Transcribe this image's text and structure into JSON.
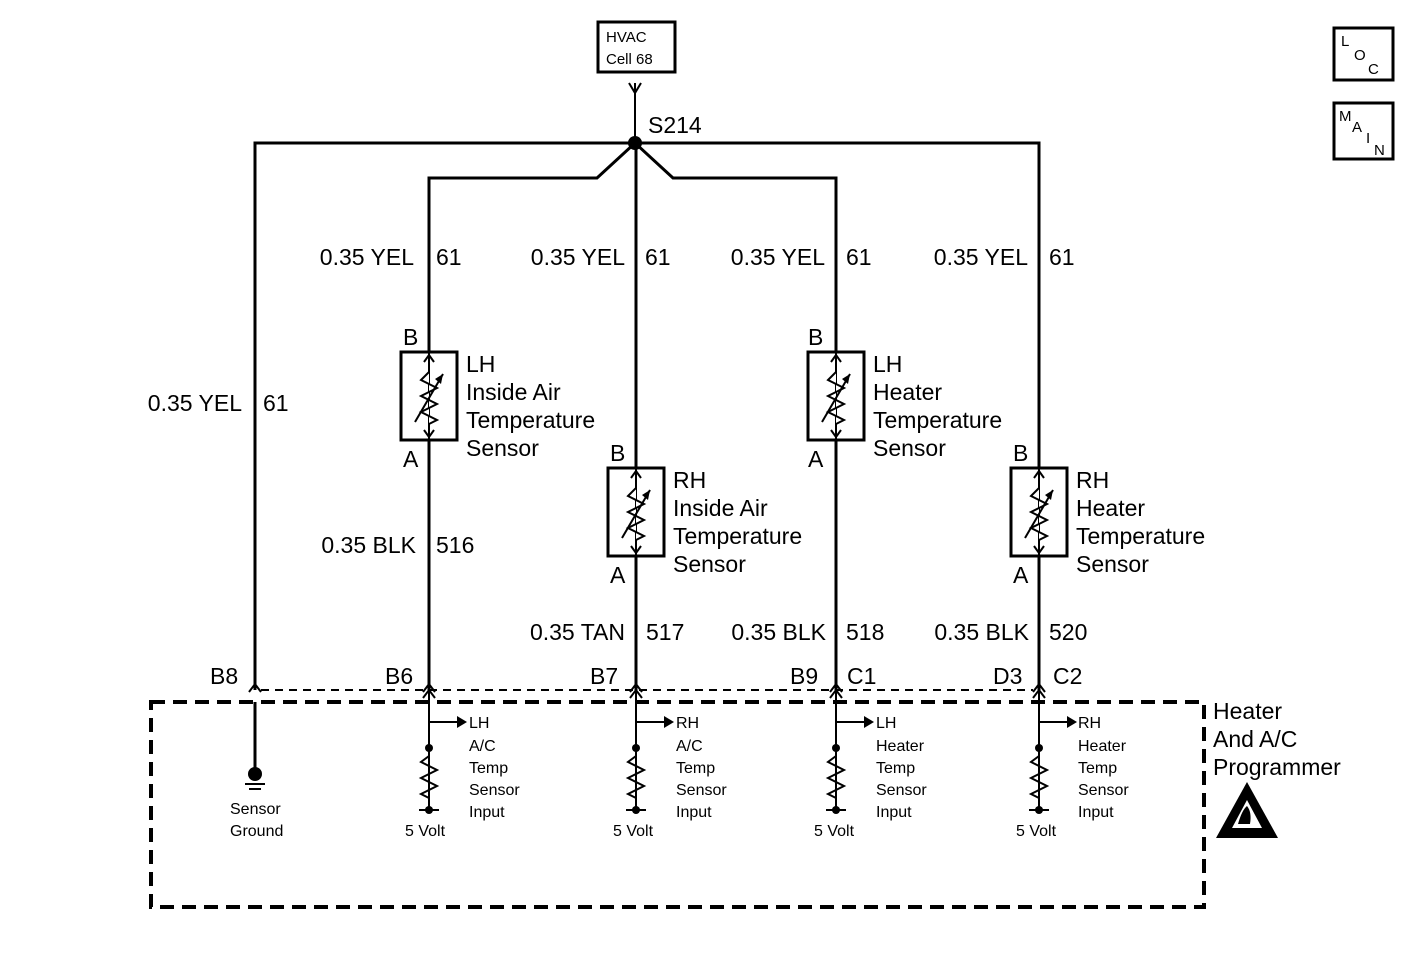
{
  "hvac_ref": {
    "line1": "HVAC",
    "line2": "Cell 68"
  },
  "splice": {
    "name": "S214"
  },
  "nav": {
    "loc": {
      "l": "L",
      "o": "O",
      "c": "C"
    },
    "main": {
      "m": "M",
      "a": "A",
      "i": "I",
      "n": "N"
    }
  },
  "wires": {
    "feed_b8": {
      "gauge": "0.35 YEL",
      "circuit": "61"
    },
    "feed_1": {
      "gauge": "0.35 YEL",
      "circuit": "61"
    },
    "feed_2": {
      "gauge": "0.35 YEL",
      "circuit": "61"
    },
    "feed_3": {
      "gauge": "0.35 YEL",
      "circuit": "61"
    },
    "feed_4": {
      "gauge": "0.35 YEL",
      "circuit": "61"
    },
    "ret_1": {
      "gauge": "0.35 BLK",
      "circuit": "516"
    },
    "ret_2": {
      "gauge": "0.35 TAN",
      "circuit": "517"
    },
    "ret_3": {
      "gauge": "0.35 BLK",
      "circuit": "518"
    },
    "ret_4": {
      "gauge": "0.35 BLK",
      "circuit": "520"
    }
  },
  "sensors": {
    "lh_inside": {
      "pin_b": "B",
      "pin_a": "A",
      "name": [
        "LH",
        "Inside Air",
        "Temperature",
        "Sensor"
      ]
    },
    "rh_inside": {
      "pin_b": "B",
      "pin_a": "A",
      "name": [
        "RH",
        "Inside Air",
        "Temperature",
        "Sensor"
      ]
    },
    "lh_heater": {
      "pin_b": "B",
      "pin_a": "A",
      "name": [
        "LH",
        "Heater",
        "Temperature",
        "Sensor"
      ]
    },
    "rh_heater": {
      "pin_b": "B",
      "pin_a": "A",
      "name": [
        "RH",
        "Heater",
        "Temperature",
        "Sensor"
      ]
    }
  },
  "pins": {
    "b8": "B8",
    "b6": "B6",
    "b7": "B7",
    "b9": "B9",
    "c1": "C1",
    "d3": "D3",
    "c2": "C2"
  },
  "module": {
    "name": [
      "Heater",
      "And A/C",
      "Programmer"
    ],
    "sensor_ground": [
      "Sensor",
      "Ground"
    ],
    "inputs": [
      {
        "lines": [
          "LH",
          "A/C",
          "Temp",
          "Sensor",
          "Input"
        ],
        "supply": "5 Volt"
      },
      {
        "lines": [
          "RH",
          "A/C",
          "Temp",
          "Sensor",
          "Input"
        ],
        "supply": "5 Volt"
      },
      {
        "lines": [
          "LH",
          "Heater",
          "Temp",
          "Sensor",
          "Input"
        ],
        "supply": "5 Volt"
      },
      {
        "lines": [
          "RH",
          "Heater",
          "Temp",
          "Sensor",
          "Input"
        ],
        "supply": "5 Volt"
      }
    ]
  }
}
